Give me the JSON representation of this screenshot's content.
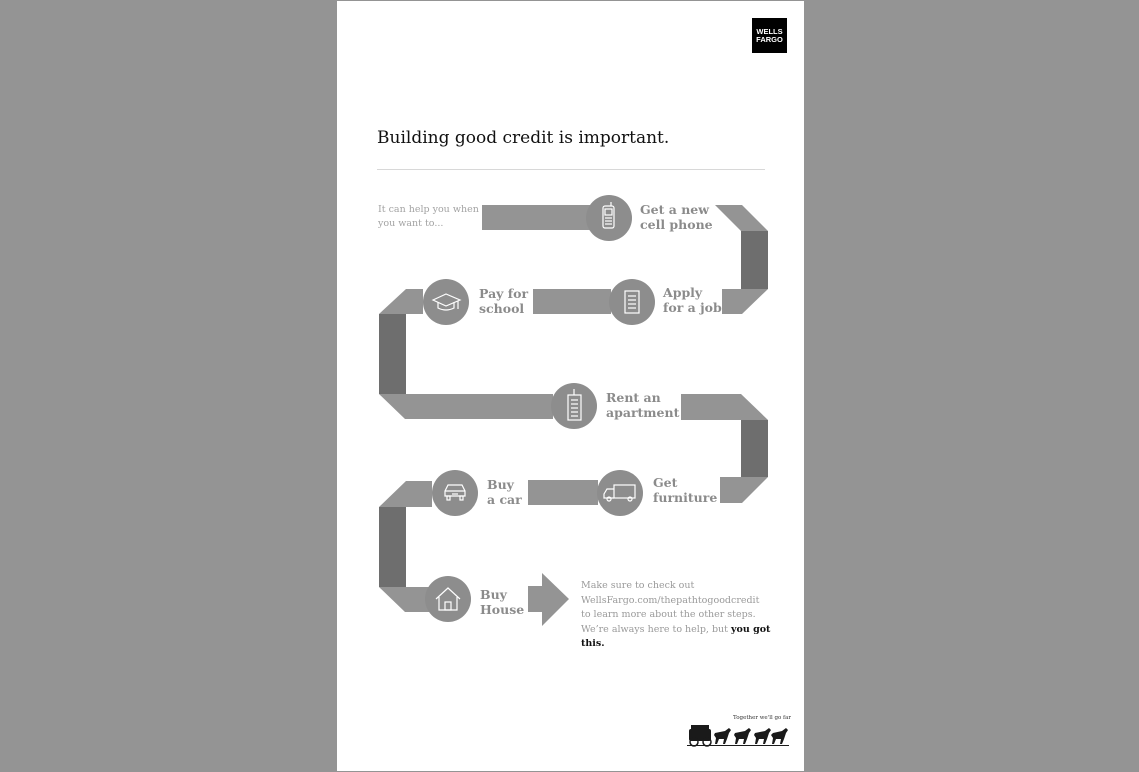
{
  "brand": {
    "logo_line1": "WELLS",
    "logo_line2": "FARGO",
    "tagline": "Together we'll go far"
  },
  "title": "Building good credit is important.",
  "intro": "It can help you when you want to...",
  "steps": [
    {
      "label": "Get a new\ncell phone",
      "icon": "cell-phone-icon"
    },
    {
      "label": "Apply\nfor a job",
      "icon": "document-icon"
    },
    {
      "label": "Pay for\nschool",
      "icon": "graduation-cap-icon"
    },
    {
      "label": "Rent an\napartment",
      "icon": "apartment-building-icon"
    },
    {
      "label": "Get\nfurniture",
      "icon": "delivery-truck-icon"
    },
    {
      "label": "Buy\na car",
      "icon": "car-icon"
    },
    {
      "label": "Buy\nHouse",
      "icon": "house-icon"
    }
  ],
  "cta": {
    "line1": "Make sure to check out",
    "url": "WellsFargo.com/thepathtogoodcredit",
    "line3": "to learn more about the other steps.",
    "line4_plain": "We’re always here to help, but ",
    "line4_bold": "you got this."
  },
  "colors": {
    "band": "#949494",
    "band_dark": "#6e6e6e",
    "circle": "#8d8d8d",
    "background": "#949494"
  }
}
